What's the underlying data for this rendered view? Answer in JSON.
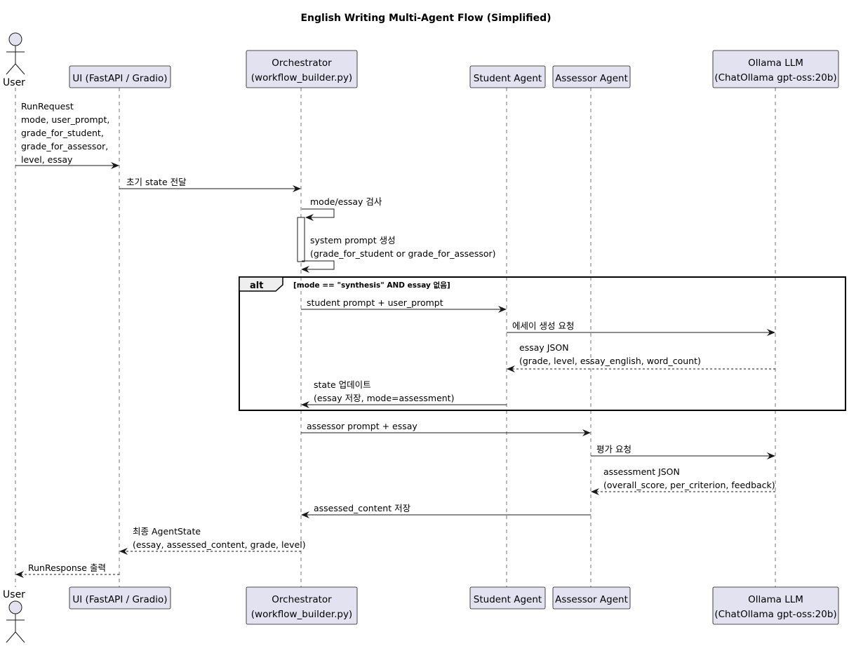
{
  "title": "English Writing Multi-Agent Flow (Simplified)",
  "colors": {
    "participant_fill": "#e2e2f0",
    "participant_stroke": "#181818",
    "lifeline": "#181818",
    "activation_fill": "#ffffff"
  },
  "participants": [
    {
      "id": "user",
      "kind": "actor",
      "label": [
        "User"
      ]
    },
    {
      "id": "ui",
      "kind": "box",
      "label": [
        "UI (FastAPI / Gradio)"
      ]
    },
    {
      "id": "orch",
      "kind": "box",
      "label": [
        "Orchestrator",
        "(workflow_builder.py)"
      ]
    },
    {
      "id": "student",
      "kind": "box",
      "label": [
        "Student Agent"
      ]
    },
    {
      "id": "assessor",
      "kind": "box",
      "label": [
        "Assessor Agent"
      ]
    },
    {
      "id": "llm",
      "kind": "box",
      "label": [
        "Ollama LLM",
        "(ChatOllama gpt-oss:20b)"
      ]
    }
  ],
  "messages": [
    {
      "from": "user",
      "to": "ui",
      "style": "solid",
      "lines": [
        "RunRequest",
        "mode, user_prompt,",
        "grade_for_student,",
        "grade_for_assessor,",
        "level, essay"
      ]
    },
    {
      "from": "ui",
      "to": "orch",
      "style": "solid",
      "lines": [
        "초기 state 전달"
      ]
    },
    {
      "from": "orch",
      "to": "orch",
      "style": "solid",
      "lines": [
        "mode/essay 검사"
      ]
    },
    {
      "from": "orch",
      "to": "orch",
      "style": "solid",
      "lines": [
        "system prompt 생성",
        "(grade_for_student or grade_for_assessor)"
      ]
    },
    {
      "from": "orch",
      "to": "student",
      "style": "solid",
      "lines": [
        "student prompt + user_prompt"
      ]
    },
    {
      "from": "student",
      "to": "llm",
      "style": "solid",
      "lines": [
        "에세이 생성 요청"
      ]
    },
    {
      "from": "llm",
      "to": "student",
      "style": "dashed",
      "lines": [
        "essay JSON",
        "(grade, level, essay_english, word_count)"
      ]
    },
    {
      "from": "student",
      "to": "orch",
      "style": "solid",
      "lines": [
        "state 업데이트",
        "(essay 저장, mode=assessment)"
      ]
    },
    {
      "from": "orch",
      "to": "assessor",
      "style": "solid",
      "lines": [
        "assessor prompt + essay"
      ]
    },
    {
      "from": "assessor",
      "to": "llm",
      "style": "solid",
      "lines": [
        "평가 요청"
      ]
    },
    {
      "from": "llm",
      "to": "assessor",
      "style": "dashed",
      "lines": [
        "assessment JSON",
        "(overall_score, per_criterion, feedback)"
      ]
    },
    {
      "from": "assessor",
      "to": "orch",
      "style": "solid",
      "lines": [
        "assessed_content 저장"
      ]
    },
    {
      "from": "orch",
      "to": "ui",
      "style": "dashed",
      "lines": [
        "최종 AgentState",
        "(essay, assessed_content, grade, level)"
      ]
    },
    {
      "from": "ui",
      "to": "user",
      "style": "dashed",
      "lines": [
        "RunResponse 출력"
      ]
    }
  ],
  "fragment": {
    "operator": "alt",
    "condition": "[mode == \"synthesis\" AND essay 없음]"
  }
}
